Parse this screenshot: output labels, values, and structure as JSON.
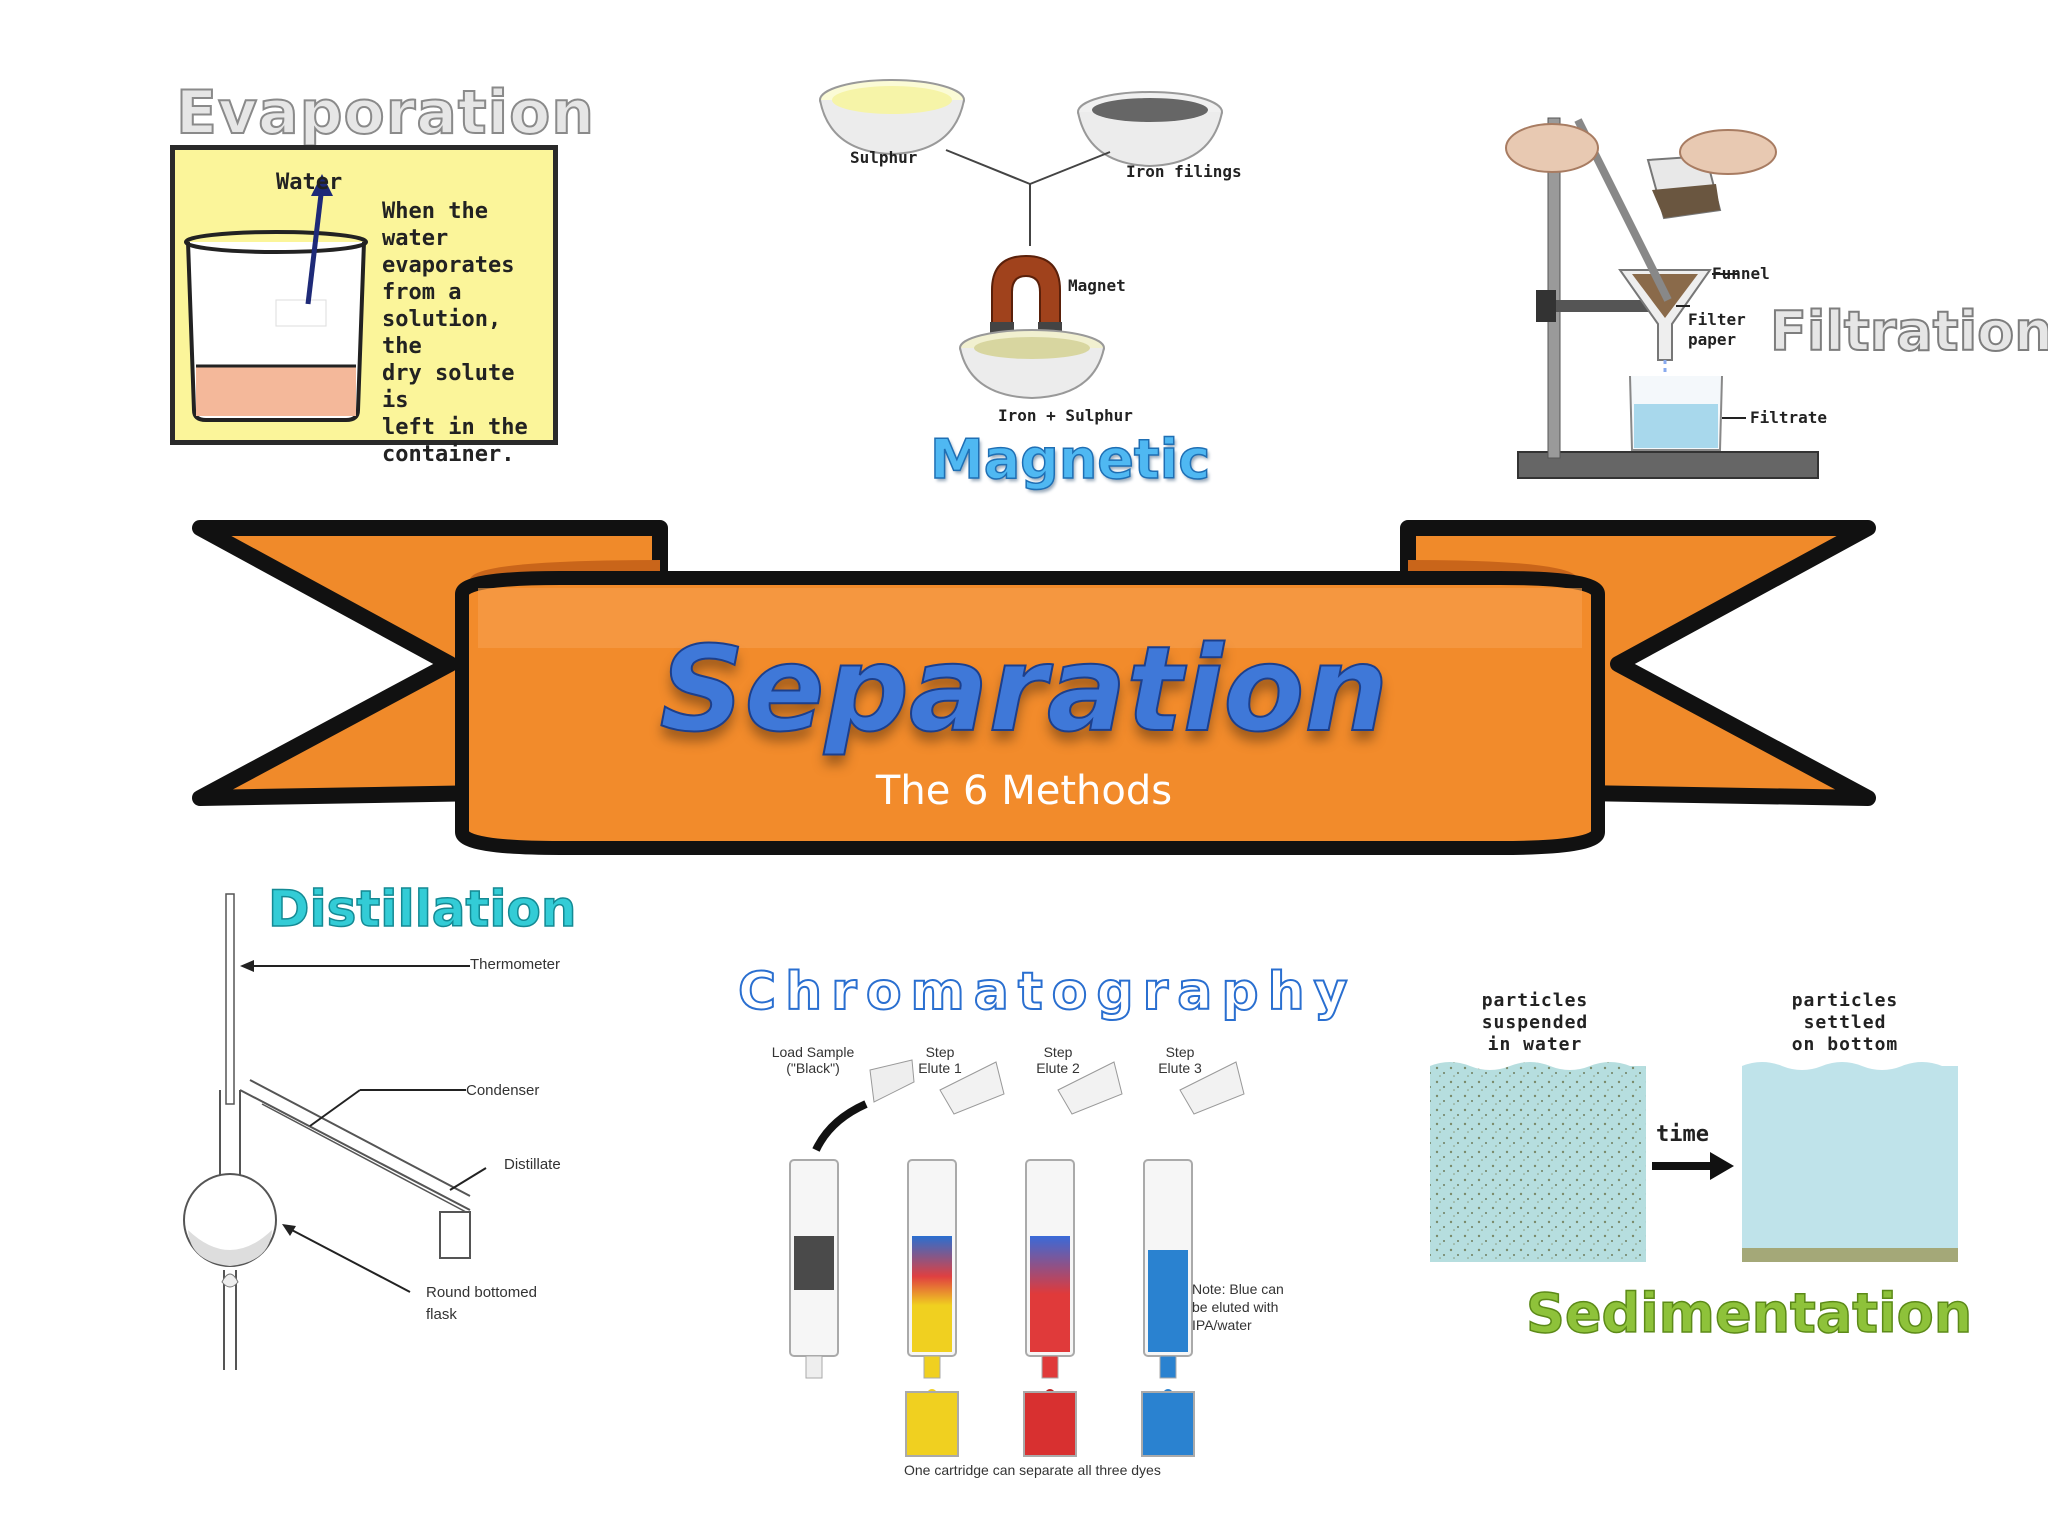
{
  "banner": {
    "title": "Separation",
    "subtitle": "The 6 Methods",
    "color": "#f08a2a"
  },
  "evaporation": {
    "title": "Evaporation",
    "water_label": "Water",
    "description_lines": [
      "When the",
      "water",
      "evaporates",
      "from a",
      "solution, the",
      "dry solute is",
      "left in the",
      "container."
    ]
  },
  "magnetic": {
    "title": "Magnetic",
    "labels": {
      "sulphur": "Sulphur",
      "iron_filings": "Iron filings",
      "magnet": "Magnet",
      "mixture": "Iron + Sulphur"
    }
  },
  "filtration": {
    "title": "Filtration",
    "labels": {
      "funnel": "Funnel",
      "filter_paper_1": "Filter",
      "filter_paper_2": "paper",
      "filtrate": "Filtrate"
    }
  },
  "distillation": {
    "title": "Distillation",
    "labels": {
      "thermometer": "Thermometer",
      "condenser": "Condenser",
      "distillate": "Distillate",
      "flask_1": "Round bottomed",
      "flask_2": "flask"
    }
  },
  "chromatography": {
    "title": "Chromatography",
    "steps": [
      {
        "line1": "Load Sample",
        "line2": "(\"Black\")"
      },
      {
        "line1": "Step",
        "line2": "Elute 1"
      },
      {
        "line1": "Step",
        "line2": "Elute 2"
      },
      {
        "line1": "Step",
        "line2": "Elute 3"
      }
    ],
    "note_lines": [
      "Note: Blue can",
      "be eluted with",
      "IPA/water"
    ],
    "caption": "One cartridge can separate all three dyes"
  },
  "sedimentation": {
    "title": "Sedimentation",
    "before_lines": [
      "particles",
      "suspended",
      "in water"
    ],
    "after_lines": [
      "particles",
      "settled",
      "on bottom"
    ],
    "arrow_label": "time"
  }
}
